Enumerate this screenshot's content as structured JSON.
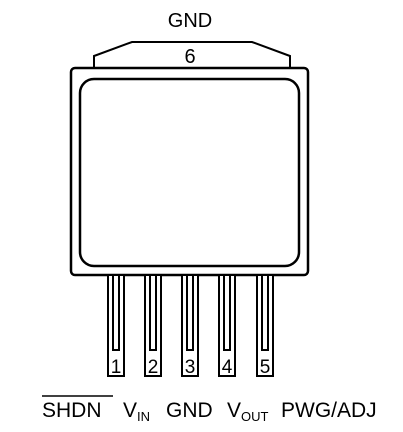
{
  "package": {
    "tab": {
      "name": "GND",
      "number": "6"
    },
    "pins": [
      {
        "number": "1",
        "name": "SHDN",
        "overbar": true
      },
      {
        "number": "2",
        "name": "V",
        "subscript": "IN"
      },
      {
        "number": "3",
        "name": "GND"
      },
      {
        "number": "4",
        "name": "V",
        "subscript": "OUT"
      },
      {
        "number": "5",
        "name": "PWG/ADJ"
      }
    ]
  }
}
